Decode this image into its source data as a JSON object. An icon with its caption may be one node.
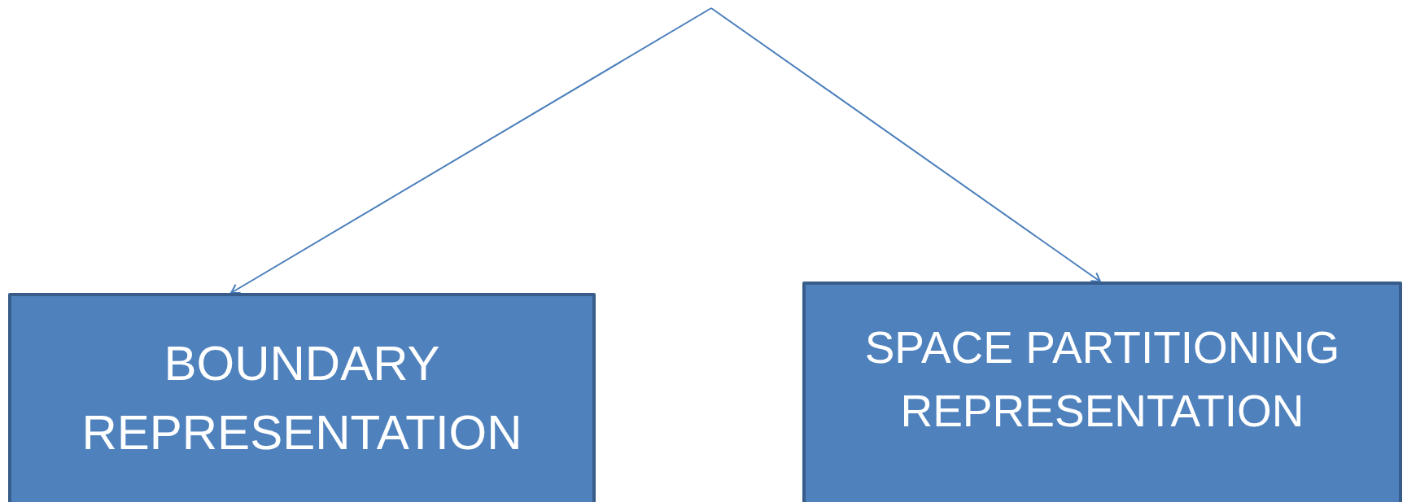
{
  "diagram": {
    "nodes": [
      {
        "text": [
          "BOUNDARY REPRESENTATION"
        ]
      },
      {
        "text": [
          "SPACE PARTITIONING REPRESENTATION"
        ]
      }
    ],
    "edges": [
      {
        "from": null,
        "to": 0,
        "arrow": "to"
      },
      {
        "from": null,
        "to": 1,
        "arrow": "to"
      }
    ]
  }
}
